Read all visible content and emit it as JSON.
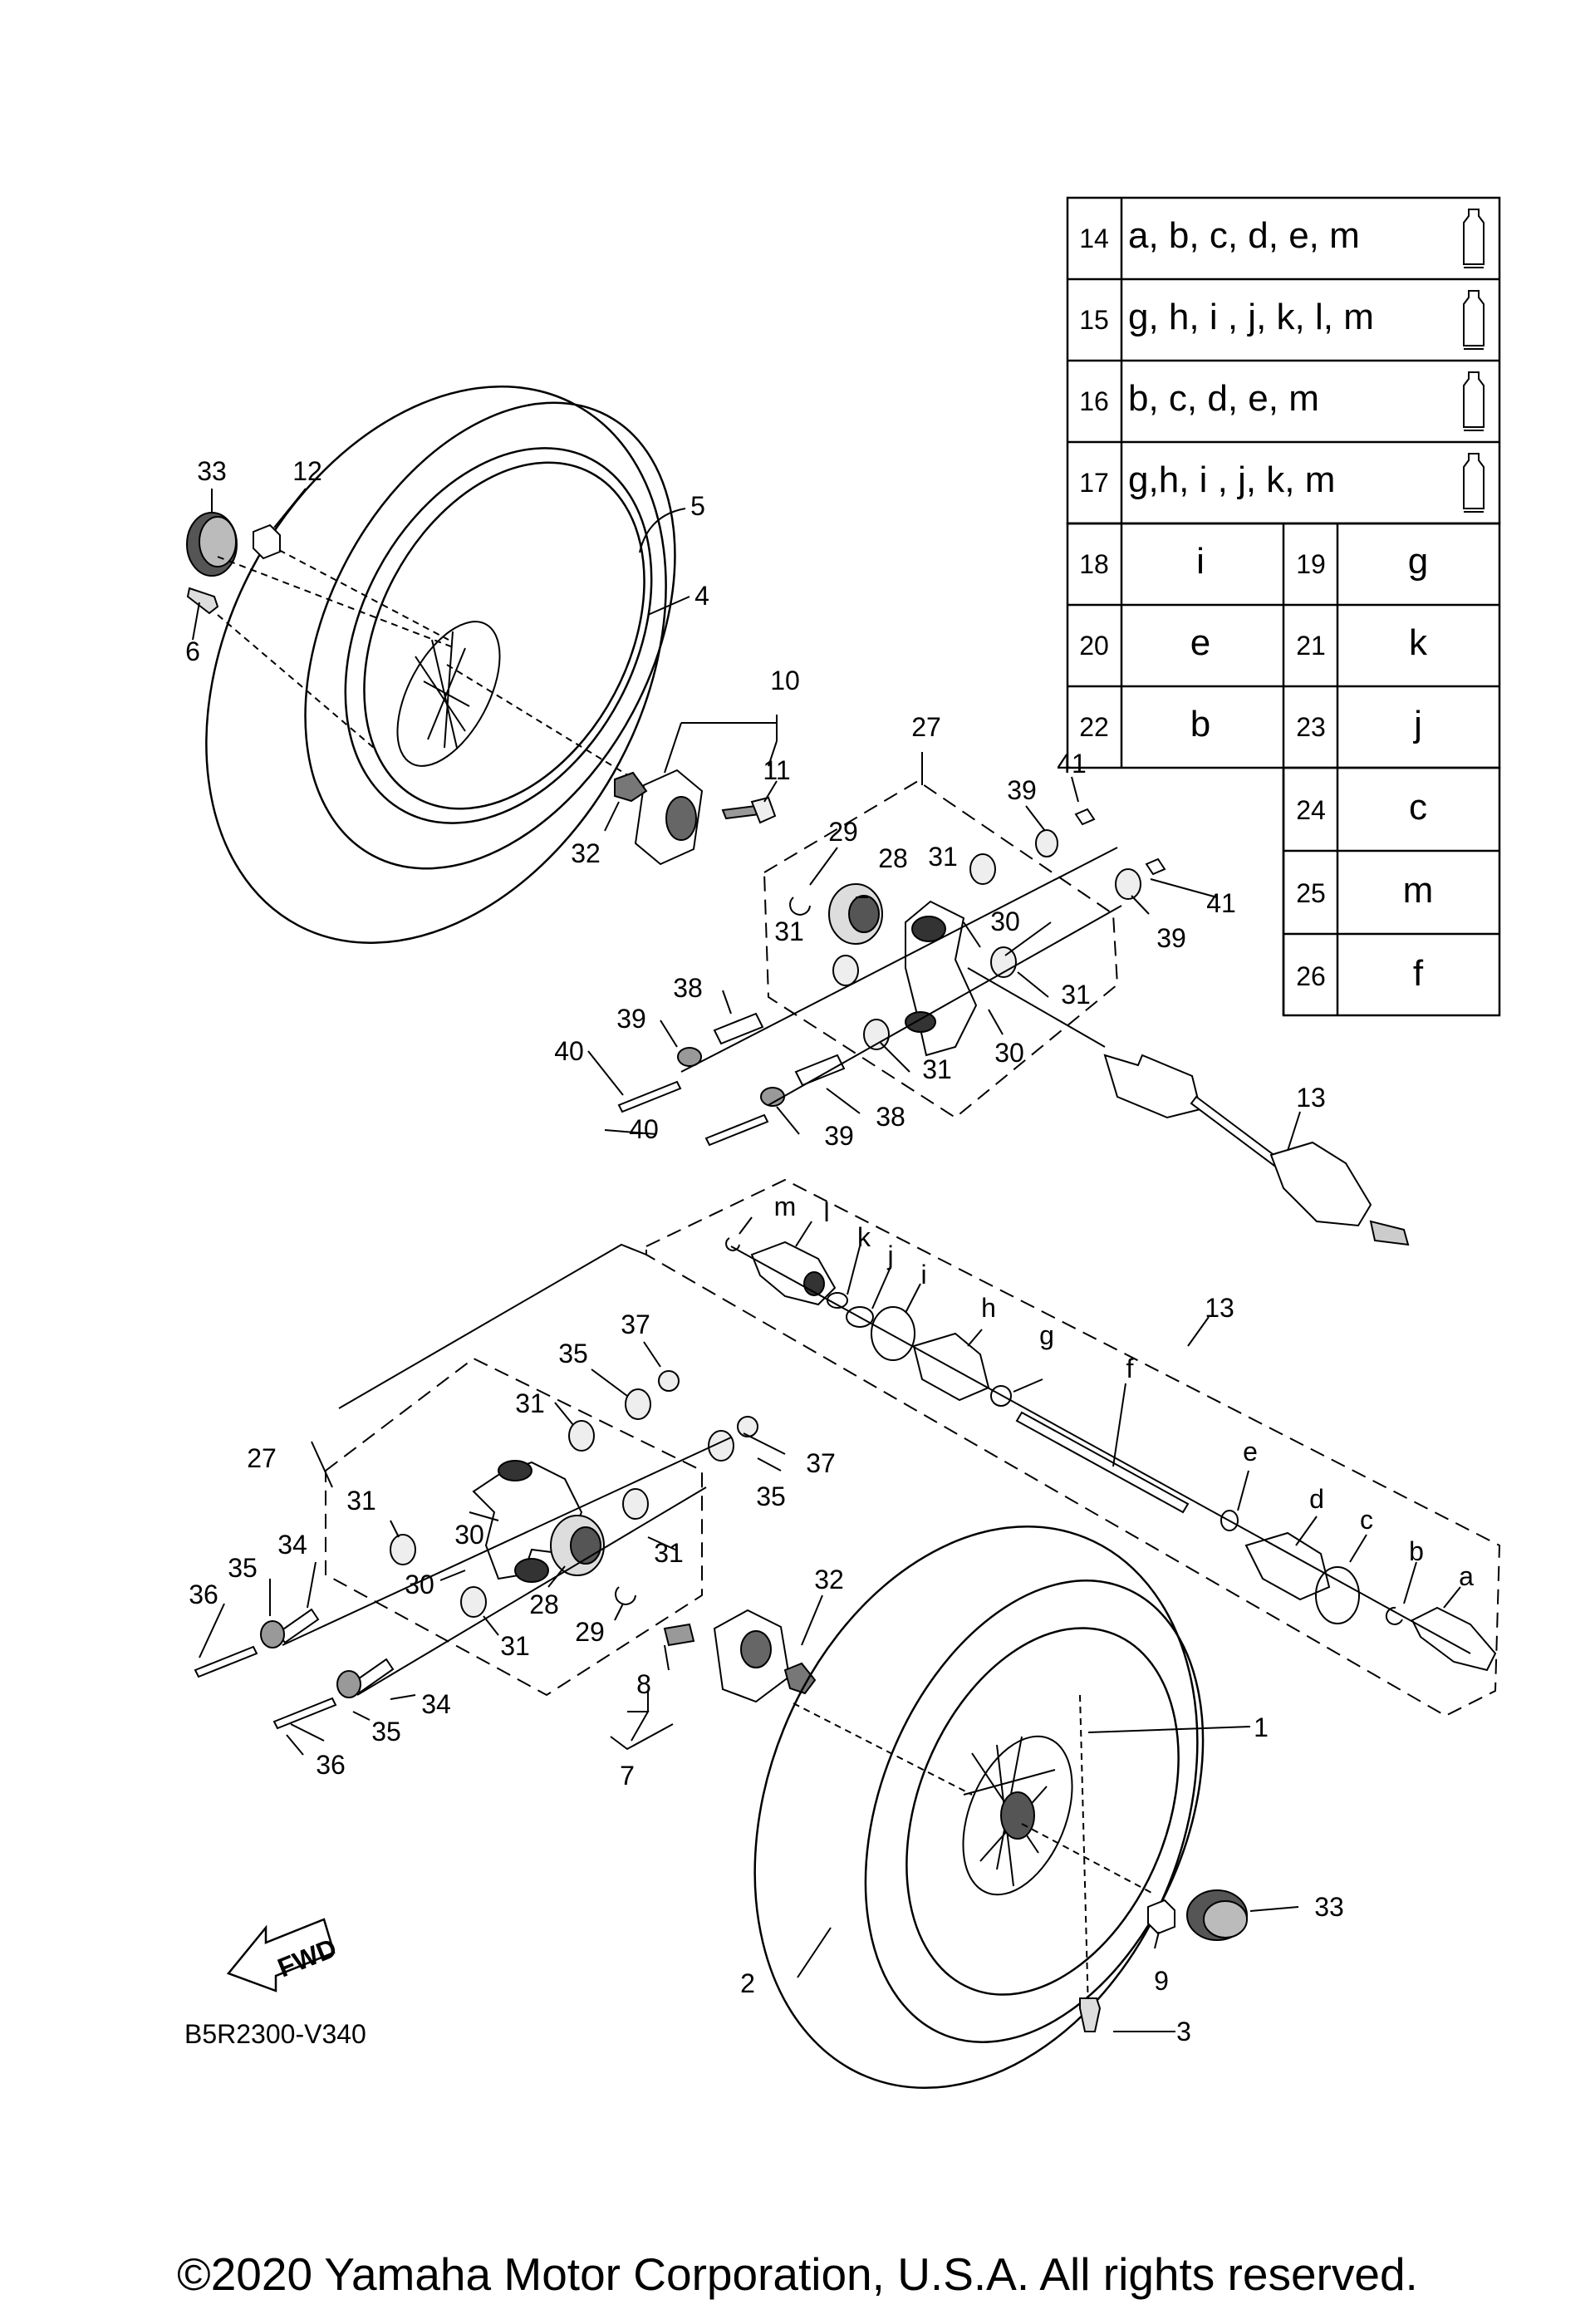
{
  "callouts": {
    "c1": "1",
    "c2": "2",
    "c3": "3",
    "c4": "4",
    "c5": "5",
    "c6": "6",
    "c7": "7",
    "c8": "8",
    "c9": "9",
    "c10": "10",
    "c11": "11",
    "c12": "12",
    "c13a": "13",
    "c13b": "13",
    "c27a": "27",
    "c27b": "27",
    "c28a": "28",
    "c28b": "28",
    "c29a": "29",
    "c29b": "29",
    "c30a": "30",
    "c30b": "30",
    "c30c": "30",
    "c30d": "30",
    "c31a": "31",
    "c31b": "31",
    "c31c": "31",
    "c31d": "31",
    "c31e": "31",
    "c31f": "31",
    "c31g": "31",
    "c31h": "31",
    "c32a": "32",
    "c32b": "32",
    "c33a": "33",
    "c33b": "33",
    "c34a": "34",
    "c34b": "34",
    "c35a": "35",
    "c35b": "35",
    "c35c": "35",
    "c35d": "35",
    "c36a": "36",
    "c36b": "36",
    "c37a": "37",
    "c37b": "37",
    "c38a": "38",
    "c38b": "38",
    "c39a": "39",
    "c39b": "39",
    "c39c": "39",
    "c39d": "39",
    "c40a": "40",
    "c40b": "40",
    "c41a": "41",
    "c41b": "41",
    "ca": "a",
    "cb": "b",
    "cc": "c",
    "cd": "d",
    "ce": "e",
    "cf": "f",
    "cg": "g",
    "ch": "h",
    "ci": "i",
    "cj": "j",
    "ck": "k",
    "cl": "l",
    "cm": "m"
  },
  "fwd_label": "FWD",
  "kit_table": {
    "kits": [
      {
        "num": "14",
        "parts": "a, b, c, d, e, m"
      },
      {
        "num": "15",
        "parts": "g, h, i , j, k, l, m"
      },
      {
        "num": "16",
        "parts": "b, c, d, e, m"
      },
      {
        "num": "17",
        "parts": "g,h, i , j, k, m"
      }
    ],
    "singles_left": [
      {
        "num": "18",
        "part": "i"
      },
      {
        "num": "20",
        "part": "e"
      },
      {
        "num": "22",
        "part": "b"
      }
    ],
    "singles_right": [
      {
        "num": "19",
        "part": "g"
      },
      {
        "num": "21",
        "part": "k"
      },
      {
        "num": "23",
        "part": "j"
      },
      {
        "num": "24",
        "part": "c"
      },
      {
        "num": "25",
        "part": "m"
      },
      {
        "num": "26",
        "part": "f"
      }
    ],
    "grease_icon": "grease-tube-icon"
  },
  "diagram_code": "B5R2300-V340",
  "copyright": "©2020 Yamaha Motor Corporation, U.S.A. All rights reserved."
}
